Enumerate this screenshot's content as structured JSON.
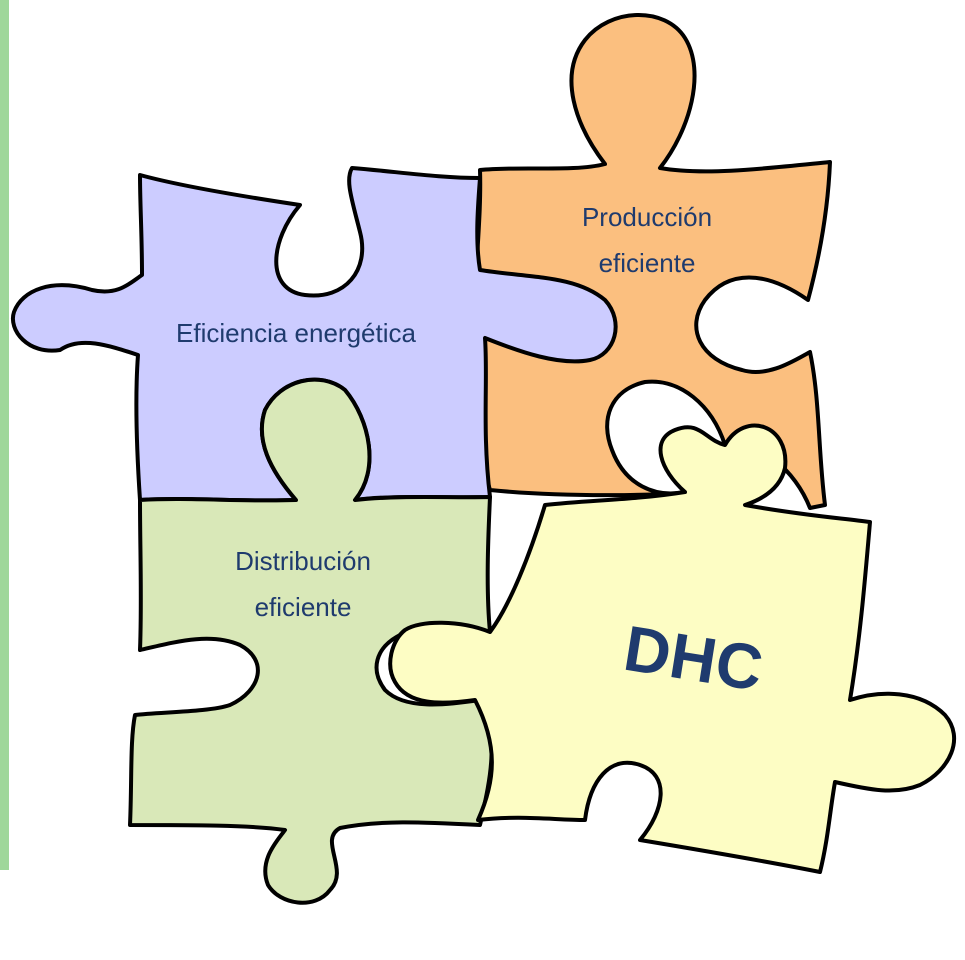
{
  "colors": {
    "side_bar": "#9fd79a",
    "text": "#1f3b6e",
    "outline": "#000000",
    "pieces": {
      "eficiencia": "#ccccff",
      "produccion": "#fbbf7f",
      "distribucion": "#d9e8b8",
      "dhc": "#fdfdc4"
    }
  },
  "pieces": {
    "eficiencia": {
      "label": "Eficiencia energética"
    },
    "produccion": {
      "line1": "Producción",
      "line2": "eficiente"
    },
    "distribucion": {
      "line1": "Distribución",
      "line2": "eficiente"
    },
    "dhc": {
      "label": "DHC"
    }
  }
}
